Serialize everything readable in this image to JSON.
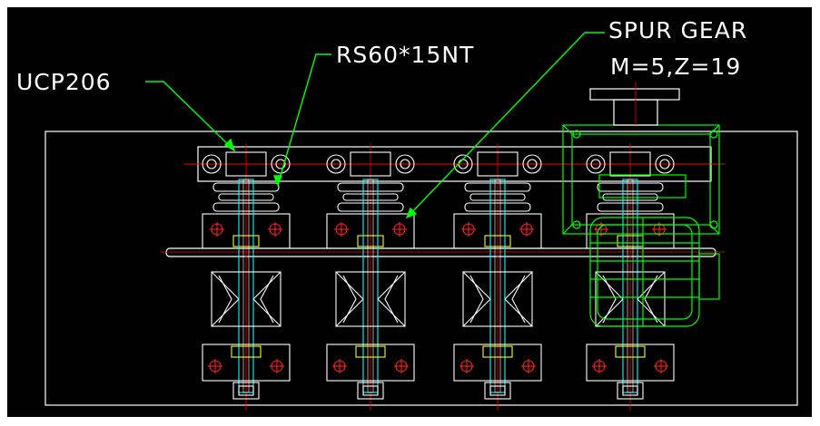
{
  "labels": {
    "bearing": "UCP206",
    "sprocket": "RS60*15NT",
    "gear_line1": "SPUR  GEAR",
    "gear_line2": "M=5,Z=19"
  },
  "colors": {
    "background": "#000000",
    "outline": "#ffffff",
    "leader": "#00ff00",
    "motor": "#00ff00",
    "centerline": "#ff0000",
    "shaft": "#00ffff",
    "hub": "#ffff00",
    "bolt": "#ff2020"
  },
  "units": [
    "unit-1",
    "unit-2",
    "unit-3",
    "unit-4"
  ]
}
